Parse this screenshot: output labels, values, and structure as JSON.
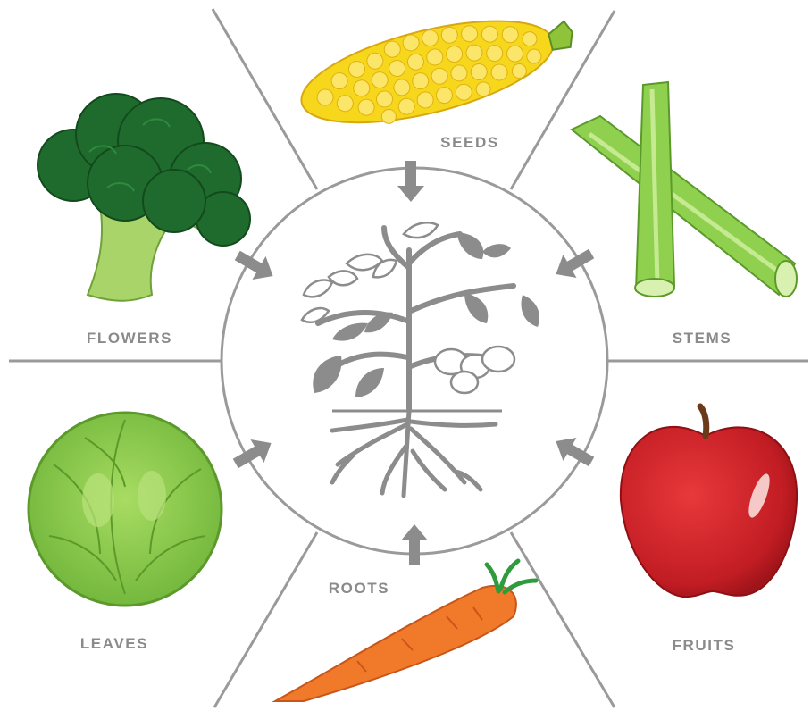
{
  "diagram": {
    "labels": {
      "seeds": "SEEDS",
      "flowers": "FLOWERS",
      "stems": "STEMS",
      "leaves": "LEAVES",
      "roots": "ROOTS",
      "fruits": "FRUITS"
    },
    "colors": {
      "divider": "#9a9a9a",
      "arrow": "#8c8c8c",
      "plant": "#8c8c8c",
      "label": "#8a8a8a",
      "corn": "#f6d71c",
      "broccoli": "#1f6b2d",
      "celery": "#8fd14f",
      "cabbage": "#8ccc4e",
      "carrot": "#f07a2a",
      "apple": "#d7262c"
    }
  }
}
